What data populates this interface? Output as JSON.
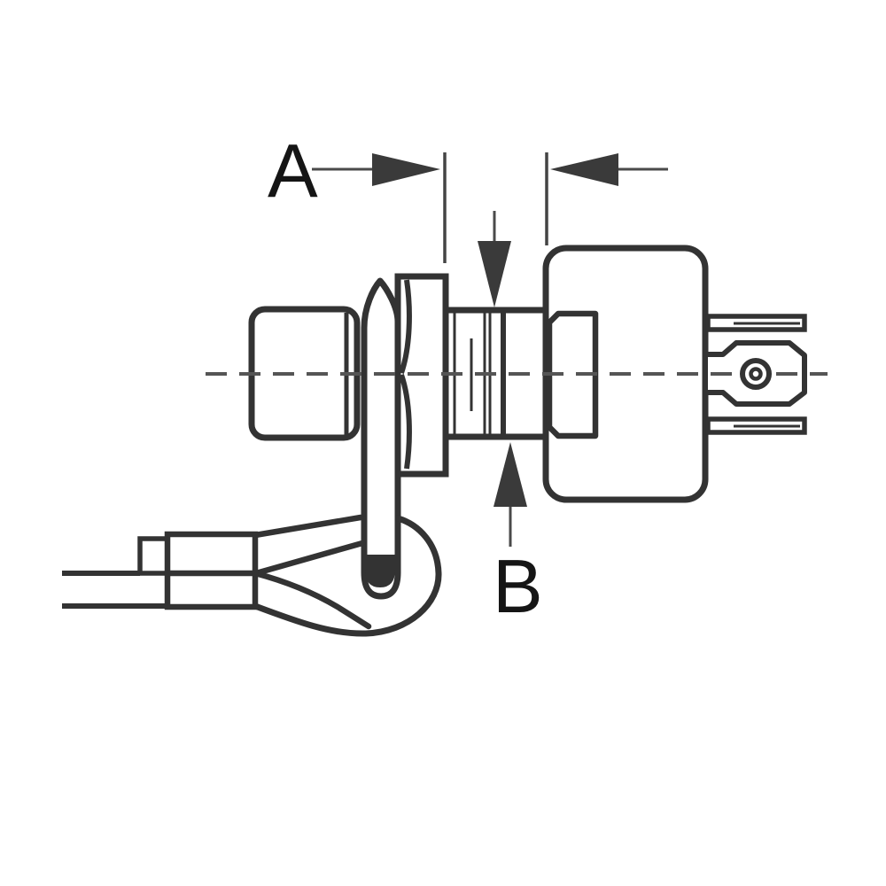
{
  "labels": {
    "dim_a": "A",
    "dim_b": "B"
  },
  "colors": {
    "background": "#ffffff",
    "outline": "#333333",
    "arrow_fill": "#3a3a3a",
    "label_text": "#151515",
    "thin_line": "#4a4a4a",
    "centerline": "#555555"
  },
  "parts": [
    "probe-body",
    "ring-terminal-strap",
    "hex-nut",
    "threaded-shank",
    "connector-body",
    "mounting-boss",
    "spade-terminal-top",
    "spade-terminal-bottom",
    "center-terminal",
    "terminal-hole",
    "ring-terminal-eye",
    "crimp-barrel",
    "wire",
    "centerline",
    "dimension-a",
    "dimension-b"
  ]
}
